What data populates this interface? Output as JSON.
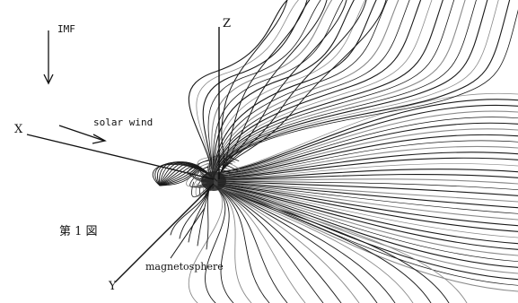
{
  "labels": {
    "imf": "IMF",
    "z_axis": "Z",
    "x_axis": "X",
    "y_axis": "Y",
    "solar_wind": "solar wind",
    "magnetosphere": "magnetosphere",
    "figure_caption": "第 1 図"
  },
  "colors": {
    "ink": "#111111",
    "field_line": "#1a1a1a",
    "field_line_light": "#8a8a8a",
    "background": "#ffffff"
  }
}
